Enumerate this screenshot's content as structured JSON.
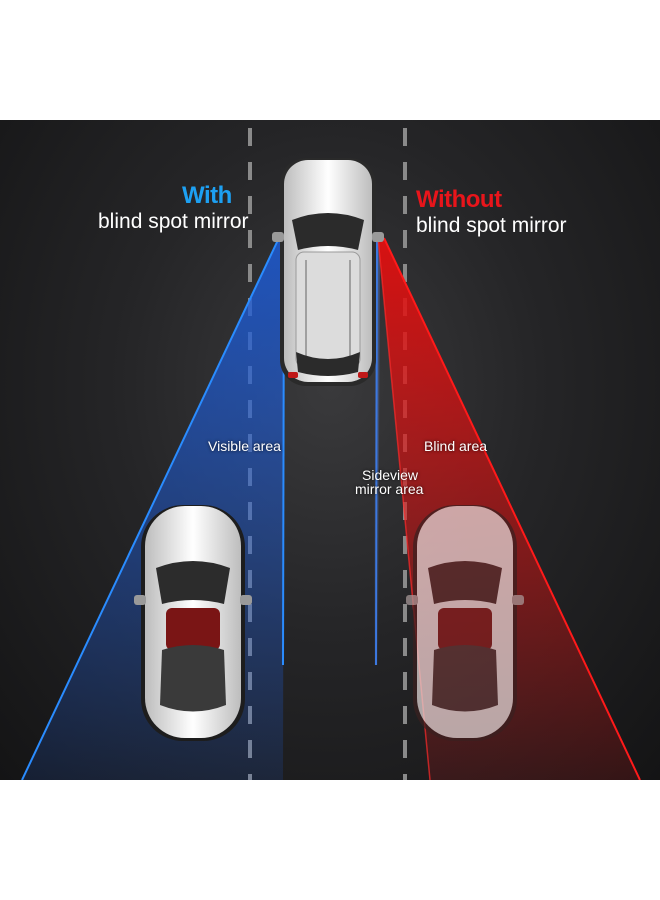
{
  "left_heading": {
    "accent": "With",
    "sub": "blind spot mirror",
    "accent_color": "#1da0f2"
  },
  "right_heading": {
    "accent": "Without",
    "sub": "blind spot mirror",
    "accent_color": "#e8151b"
  },
  "labels": {
    "visible_area": "Visible area",
    "blind_area": "Blind area",
    "sideview_line1": "Sideview",
    "sideview_line2": "mirror area"
  },
  "colors": {
    "visible_zone": "#1d5bd6",
    "blind_zone": "#e01010",
    "road_background": "#222224",
    "lane_marking": "#8a8a8a"
  },
  "vehicles": [
    {
      "name": "suv-top-view"
    },
    {
      "name": "sports-car-left"
    },
    {
      "name": "sports-car-right-ghosted"
    }
  ]
}
